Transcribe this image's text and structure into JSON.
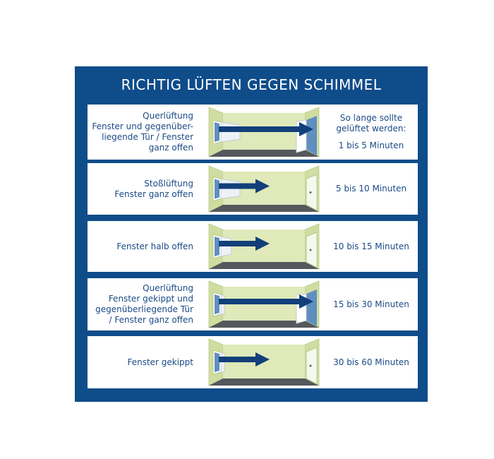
{
  "title": "RICHTIG LÜFTEN GEGEN SCHIMMEL",
  "colors": {
    "panel": "#0f4c8a",
    "text": "#1a4a86",
    "wall": "#dfe9b9",
    "floor": "#55585c",
    "window": "#5f8fc0",
    "arrow": "#123f7a"
  },
  "rows": [
    {
      "label_lines": [
        "Querlüftung",
        "Fenster und gegenüber-",
        "liegende Tür / Fenster",
        "ganz offen"
      ],
      "duration_lines": [
        "So lange sollte",
        "gelüftet werden:"
      ],
      "duration": "1 bis 5 Minuten",
      "window": "open",
      "door": "open",
      "arrow": "long"
    },
    {
      "label_lines": [
        "Stoßlüftung",
        "Fenster ganz offen"
      ],
      "duration_lines": [],
      "duration": "5 bis 10 Minuten",
      "window": "open",
      "door": "closed",
      "arrow": "short"
    },
    {
      "label_lines": [
        "Fenster halb offen"
      ],
      "duration_lines": [],
      "duration": "10 bis 15 Minuten",
      "window": "half",
      "door": "closed",
      "arrow": "short"
    },
    {
      "label_lines": [
        "Querlüftung",
        "Fenster gekippt und",
        "gegenüberliegende Tür",
        "/ Fenster ganz offen"
      ],
      "duration_lines": [],
      "duration": "15 bis 30 Minuten",
      "window": "tilted",
      "door": "open",
      "arrow": "long"
    },
    {
      "label_lines": [
        "Fenster gekippt"
      ],
      "duration_lines": [],
      "duration": "30 bis 60 Minuten",
      "window": "tilted",
      "door": "closed",
      "arrow": "short"
    }
  ]
}
